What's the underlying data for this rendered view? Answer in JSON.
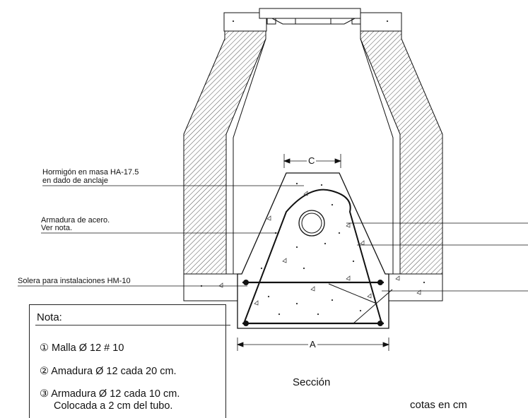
{
  "labels": {
    "hormigon_line1": "Hormigón en masa HA-17.5",
    "hormigon_line2": "en dado de anclaje",
    "armadura_line1": "Armadura de acero.",
    "armadura_line2": "Ver nota.",
    "solera": "Solera para instalaciones HM-10"
  },
  "dimensions": {
    "top_width": "C",
    "bottom_width": "A"
  },
  "section_title": "Sección",
  "units_note": "cotas en cm",
  "note": {
    "title": "Nota:",
    "items": [
      {
        "marker": "①",
        "text": "Malla  Ø 12 # 10"
      },
      {
        "marker": "②",
        "text": "Amadura Ø 12 cada 20 cm."
      },
      {
        "marker": "③",
        "text": "Armadura Ø 12 cada 10 cm.",
        "text2": "Colocada a 2 cm del tubo."
      }
    ]
  }
}
